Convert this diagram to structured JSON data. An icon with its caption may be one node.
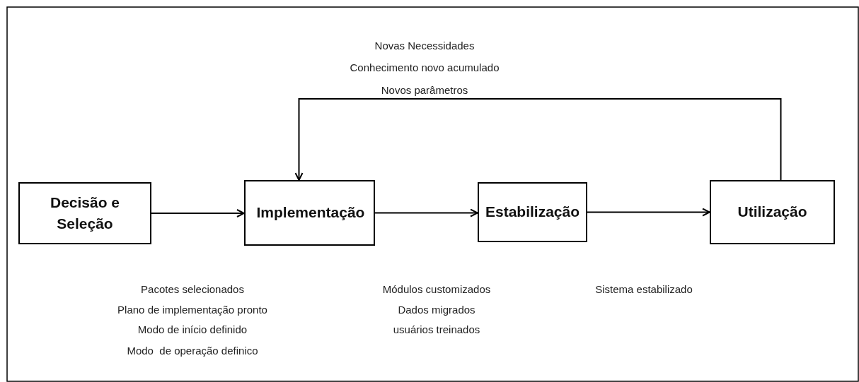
{
  "diagram": {
    "nodes": [
      {
        "text": [
          "Decisão e Seleção"
        ]
      },
      {
        "text": [
          "Implementação"
        ]
      },
      {
        "text": [
          "Estabilização"
        ]
      },
      {
        "text": [
          "Utilização"
        ]
      }
    ],
    "edges": [
      {
        "from": 0,
        "to": 1,
        "arrow": "to"
      },
      {
        "from": 1,
        "to": 2,
        "arrow": "to"
      },
      {
        "from": 2,
        "to": 3,
        "arrow": "to"
      },
      {
        "from": 3,
        "to": 1,
        "arrow": "to"
      }
    ],
    "labels": [
      "Novas Necessidades",
      "Conhecimento novo acumulado",
      "Novos parâmetros",
      "Pacotes selecionados",
      "Plano de implementação pronto",
      "Modo de início definido",
      "Modo  de operação definico",
      "Módulos customizados",
      "Dados migrados",
      "usuários treinados",
      "Sistema estabilizado"
    ]
  }
}
